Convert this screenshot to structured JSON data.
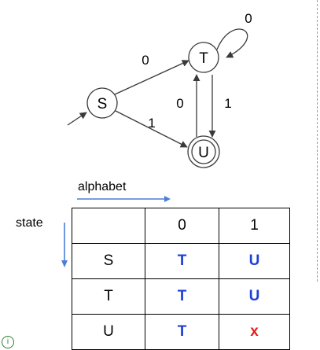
{
  "diagram": {
    "states": [
      {
        "id": "S",
        "label": "S",
        "accepting": false,
        "start": true
      },
      {
        "id": "T",
        "label": "T",
        "accepting": false,
        "start": false
      },
      {
        "id": "U",
        "label": "U",
        "accepting": true,
        "start": false
      }
    ],
    "transitions": [
      {
        "from": "S",
        "to": "T",
        "label": "0"
      },
      {
        "from": "S",
        "to": "U",
        "label": "1"
      },
      {
        "from": "T",
        "to": "T",
        "label": "0"
      },
      {
        "from": "T",
        "to": "U",
        "label": "1"
      },
      {
        "from": "U",
        "to": "T",
        "label": "0"
      }
    ]
  },
  "table": {
    "alphabet_label": "alphabet",
    "state_label": "state",
    "headers": [
      "",
      "0",
      "1"
    ],
    "rows": [
      {
        "state": "S",
        "on0": "T",
        "on1": "U"
      },
      {
        "state": "T",
        "on0": "T",
        "on1": "U"
      },
      {
        "state": "U",
        "on0": "T",
        "on1": "x"
      }
    ]
  },
  "colors": {
    "next_state": "#1f3fd6",
    "dead": "#e0201b",
    "stroke": "#3a3a3a"
  },
  "corner_badge_icon": "info-circle-icon"
}
